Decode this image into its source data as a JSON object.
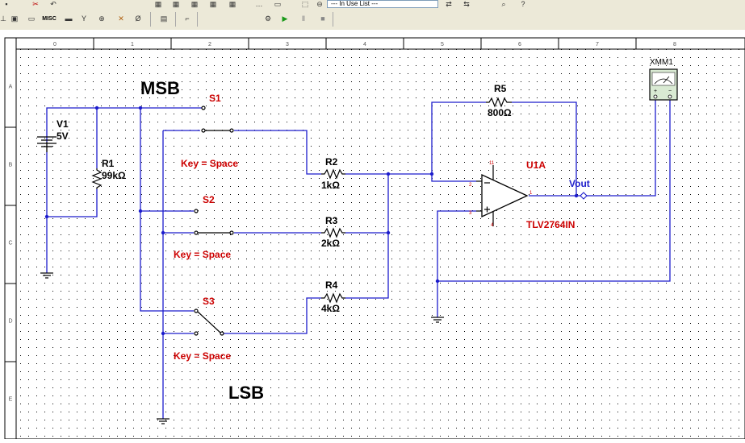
{
  "toolbar": {
    "inuse_list_label": "--- In Use List ---",
    "misc_label": "MISC",
    "buttons": [
      "new-icon",
      "undo-icon",
      "redo-icon",
      "place-source-icon",
      "place-basic-icon",
      "misc-icon",
      "indicator-icon",
      "antenna-icon",
      "mixed-icon",
      "probe-icon",
      "connector-icon",
      "spreadsheet-icon",
      "step-icon",
      "run-settings-icon",
      "run-icon",
      "pause-icon",
      "stop-icon"
    ]
  },
  "ruler": {
    "columns": [
      "0",
      "1",
      "2",
      "3",
      "4",
      "5",
      "6",
      "7",
      "8"
    ],
    "rows": [
      "A",
      "B",
      "C",
      "D",
      "E"
    ]
  },
  "schematic": {
    "title_msb": "MSB",
    "title_lsb": "LSB",
    "v1": {
      "ref": "V1",
      "value": "5V"
    },
    "r1": {
      "ref": "R1",
      "value": "99kΩ"
    },
    "r2": {
      "ref": "R2",
      "value": "1kΩ"
    },
    "r3": {
      "ref": "R3",
      "value": "2kΩ"
    },
    "r4": {
      "ref": "R4",
      "value": "4kΩ"
    },
    "r5": {
      "ref": "R5",
      "value": "800Ω"
    },
    "s1": {
      "ref": "S1",
      "key": "Key = Space"
    },
    "s2": {
      "ref": "S2",
      "key": "Key = Space"
    },
    "s3": {
      "ref": "S3",
      "key": "Key = Space"
    },
    "opamp": {
      "ref": "U1A",
      "part": "TLV2764IN",
      "pin_minus": "2",
      "pin_plus": "3",
      "pin_out": "1",
      "pin_v_top": "11",
      "pin_v_bottom": "4"
    },
    "vout_label": "Vout",
    "meter_ref": "XMM1"
  },
  "colors": {
    "wire": "#1c1ccc",
    "component_label": "#cc0000",
    "component": "#000000",
    "net_label": "#2222cc",
    "grid_dot": "#000000",
    "toolbar_bg": "#ece9d8"
  }
}
